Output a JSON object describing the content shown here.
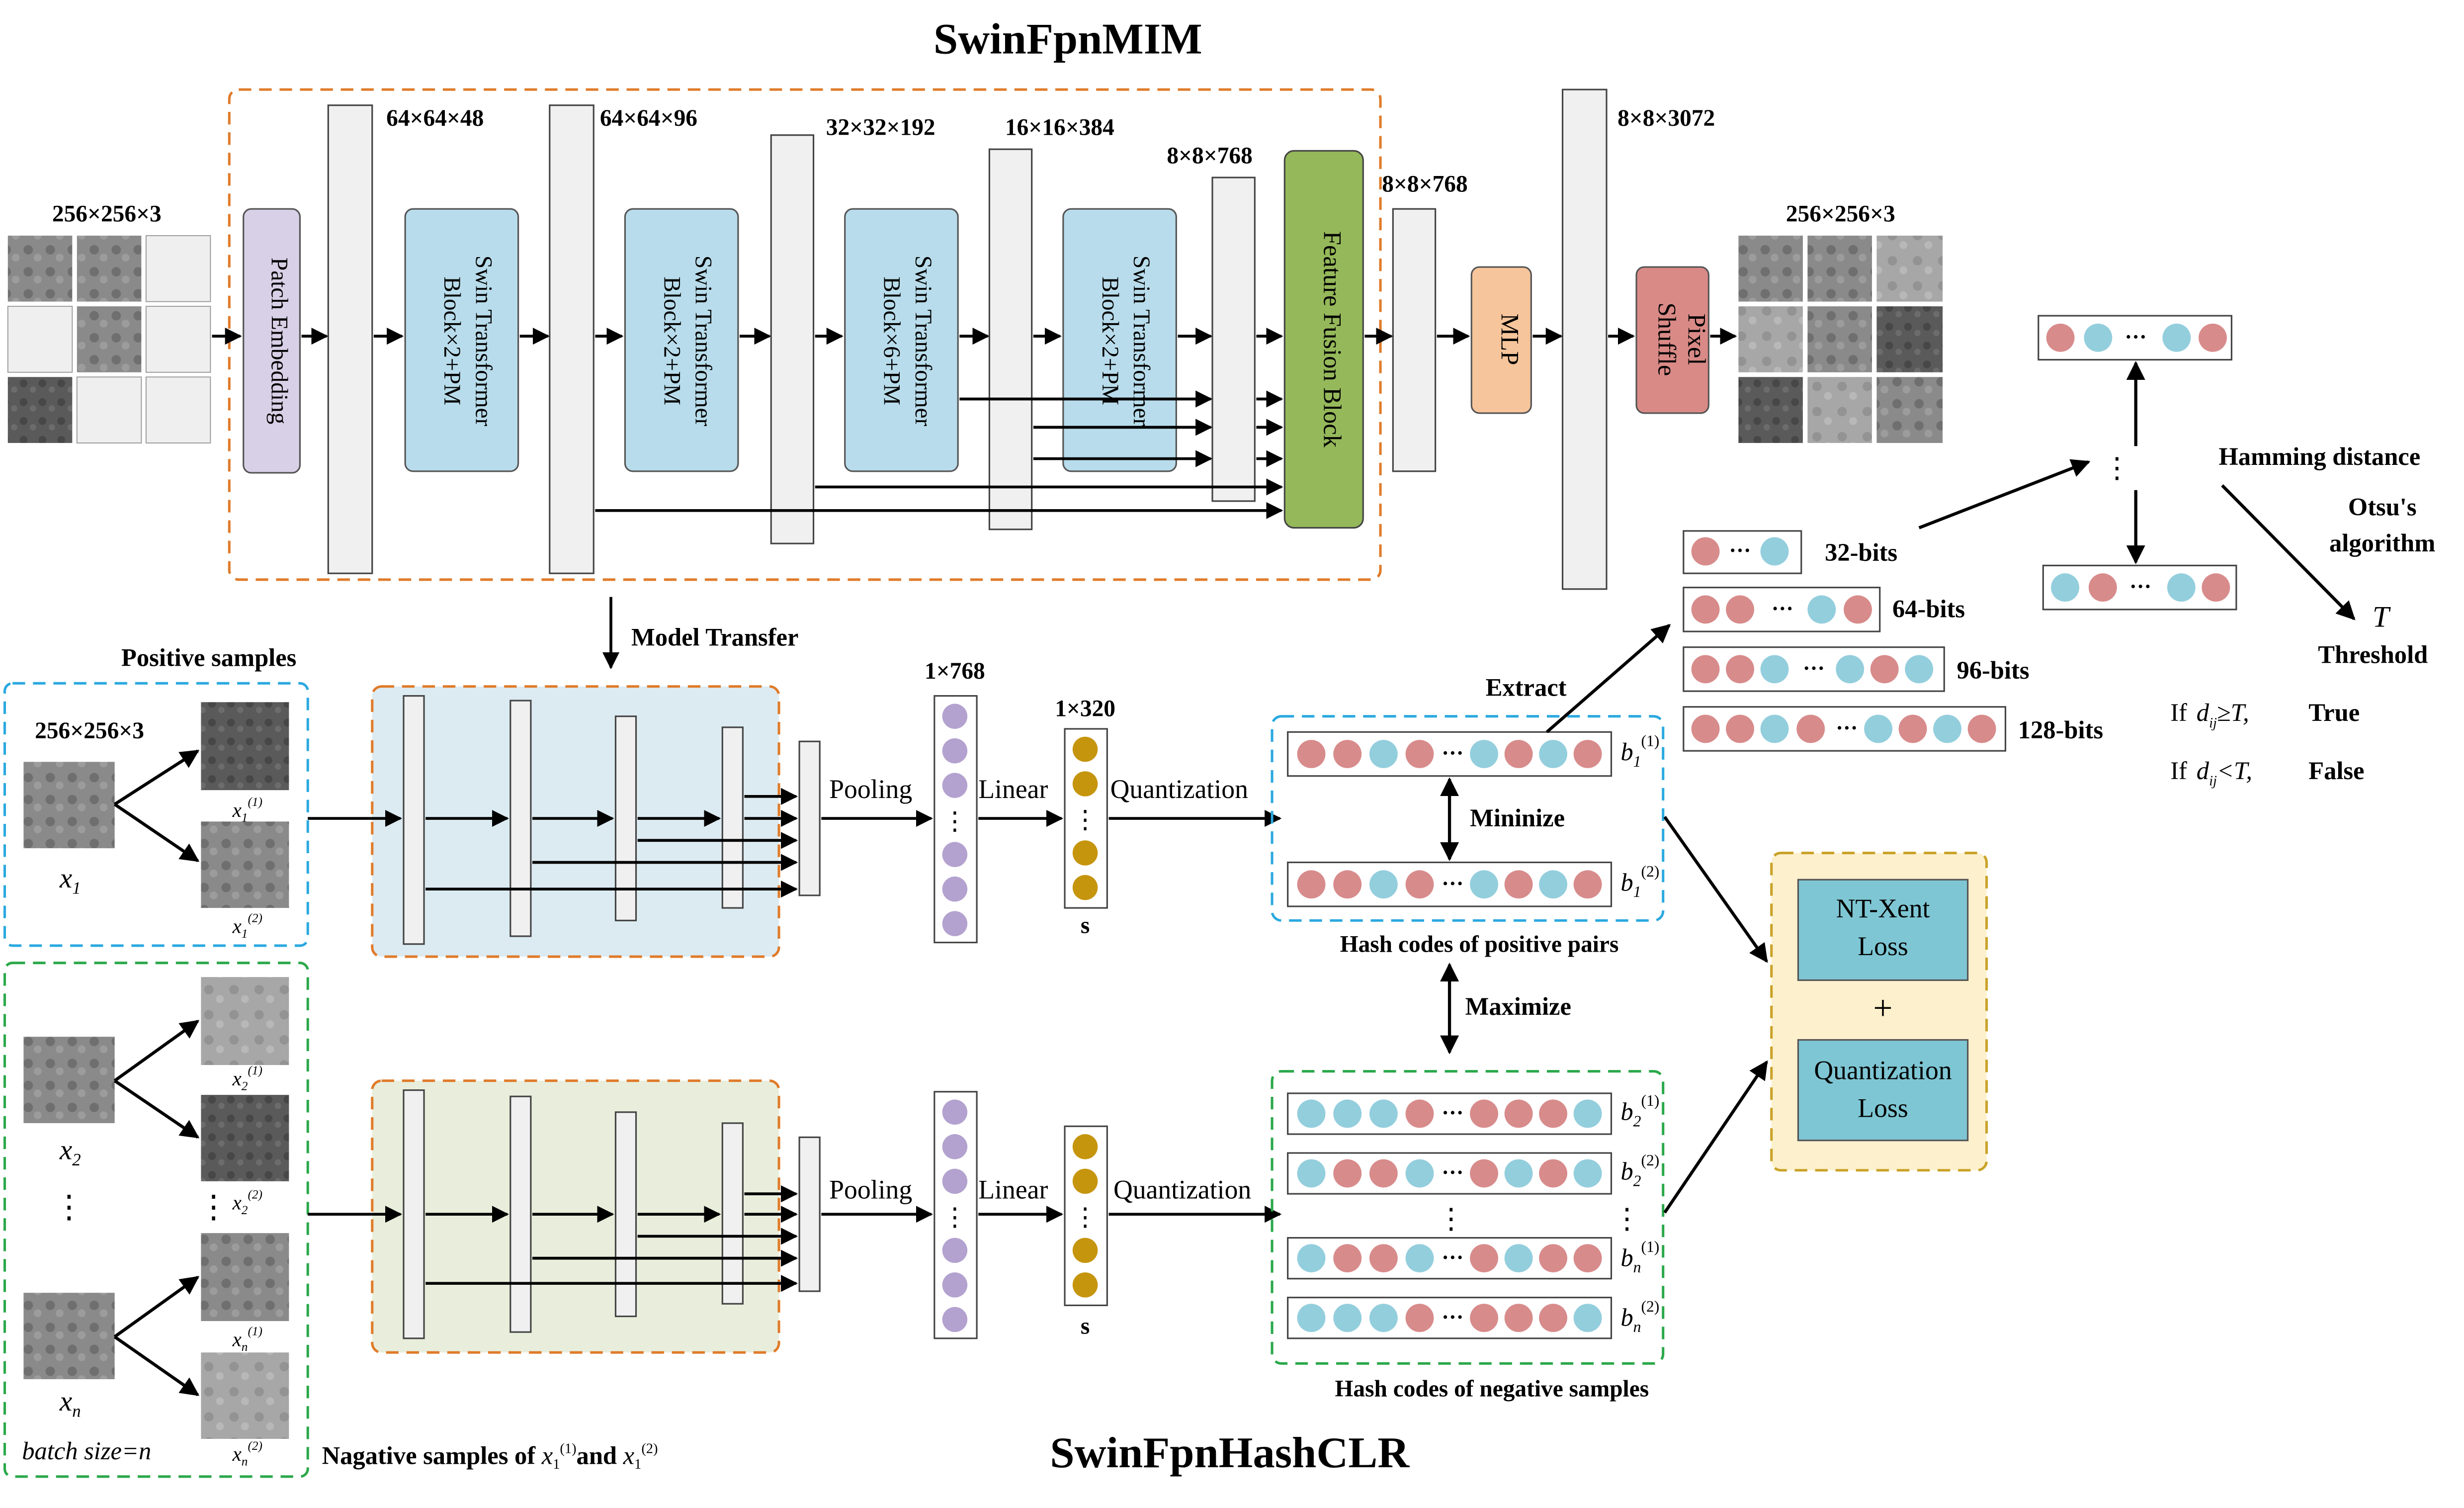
{
  "titles": {
    "top": "SwinFpnMIM",
    "bottom": "SwinFpnHashCLR"
  },
  "mim": {
    "input_size": "256×256×3",
    "output_size": "256×256×3",
    "patch_embedding": "Patch Embedding",
    "dims": [
      "64×64×48",
      "64×64×96",
      "32×32×192",
      "16×16×384",
      "8×8×768",
      "8×8×768",
      "8×8×3072"
    ],
    "swin_blocks": [
      [
        "Swin Transformer",
        "Block×2+PM"
      ],
      [
        "Swin Transformer",
        "Block×2+PM"
      ],
      [
        "Swin Transformer",
        "Block×6+PM"
      ],
      [
        "Swin Transformer",
        "Block×2+PM"
      ]
    ],
    "feature_fusion": "Feature Fusion Block",
    "mlp": "MLP",
    "pixel_shuffle": [
      "Pixel",
      "Shuffle"
    ]
  },
  "transfer": {
    "label": "Model Transfer"
  },
  "clr": {
    "positive_title": "Positive samples",
    "input_size": "256×256×3",
    "x1": "x",
    "x1_sub": "1",
    "x2": "x",
    "x2_sub": "2",
    "xn": "x",
    "xn_sub": "n",
    "aug1": "(1)",
    "aug2": "(2)",
    "dots": "⋮",
    "batch_size": "batch size=n",
    "negative_caption": "Nagative samples of",
    "negative_caption_and": "and",
    "pooling": "Pooling",
    "linear": "Linear",
    "quantization": "Quantization",
    "dim_768": "1×768",
    "dim_320": "1×320",
    "s_label": "s",
    "minimize": "Mininize",
    "maximize": "Maximize",
    "extract": "Extract",
    "pos_caption": "Hash codes of positive pairs",
    "neg_caption": "Hash codes of negative samples",
    "b": "b"
  },
  "bits": [
    "32-bits",
    "64-bits",
    "96-bits",
    "128-bits"
  ],
  "loss": {
    "ntxent": [
      "NT-Xent",
      "Loss"
    ],
    "plus": "+",
    "quant": [
      "Quantization",
      "Loss"
    ]
  },
  "hamming": {
    "title": "Hamming distance",
    "otsu": [
      "Otsu's",
      "algorithm"
    ],
    "T": "T",
    "threshold": "Threshold",
    "if": "If",
    "cond_true": "d",
    "cond_true_rel": "≥T,",
    "cond_false_rel": "<T,",
    "true": "True",
    "false": "False"
  },
  "colors": {
    "orange_dash": "#e07b2a",
    "blue_dash": "#2aa9e0",
    "green_dash": "#2aa84a",
    "gold_dash": "#c9a227",
    "swin_fill": "#b8dceb",
    "patch_fill": "#d8d0e6",
    "fusion_fill": "#95b85a",
    "mlp_fill": "#f7c59b",
    "shuffle_fill": "#d98a86",
    "pink_dot": "#d88b8b",
    "blue_dot": "#93cedd",
    "purple_dot": "#b3a2cf",
    "gold_dot": "#c6950e",
    "loss_box": "#7ec6d4",
    "loss_bg": "#fdf0cc"
  }
}
